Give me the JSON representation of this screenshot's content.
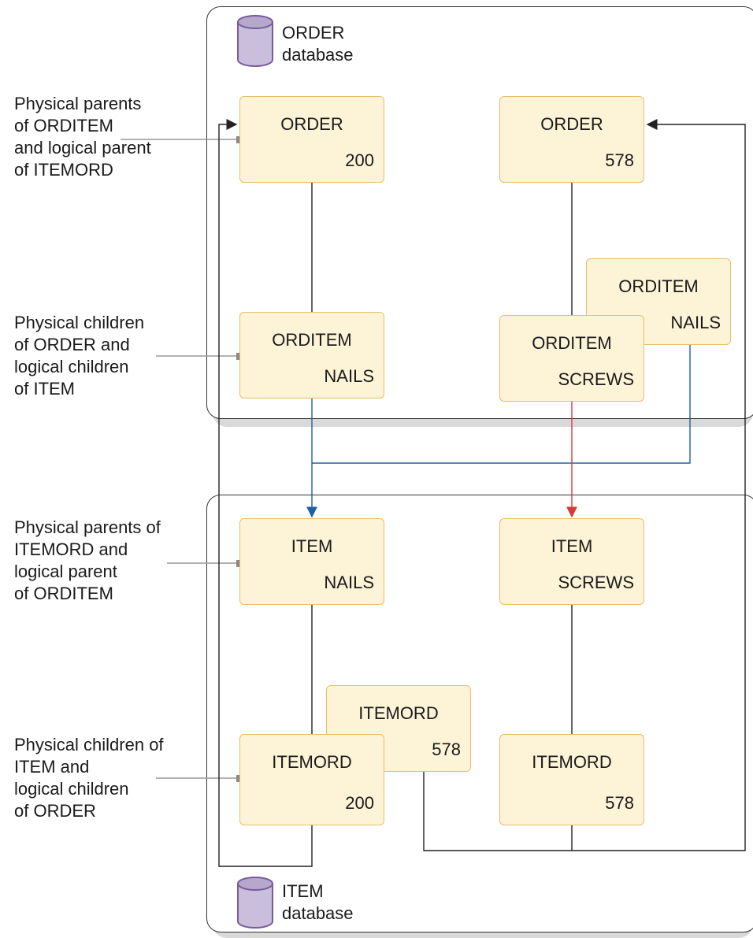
{
  "labels": {
    "order_parents": [
      "Physical parents",
      "of ORDITEM",
      "and logical parent",
      "of ITEMORD"
    ],
    "order_children": [
      "Physical children",
      "of ORDER and",
      "logical children",
      "of ITEM"
    ],
    "item_parents": [
      "Physical parents of",
      "ITEMORD and",
      "logical parent",
      "of ORDITEM"
    ],
    "item_children": [
      "Physical children of",
      "ITEM and",
      "logical children",
      "of ORDER"
    ]
  },
  "databases": {
    "order": [
      "ORDER",
      "database"
    ],
    "item": [
      "ITEM",
      "database"
    ]
  },
  "segments": {
    "order_200": {
      "name": "ORDER",
      "key": "200"
    },
    "order_578": {
      "name": "ORDER",
      "key": "578"
    },
    "orditem_nails_a": {
      "name": "ORDITEM",
      "key": "NAILS"
    },
    "orditem_screws": {
      "name": "ORDITEM",
      "key": "SCREWS"
    },
    "orditem_nails_b": {
      "name": "ORDITEM",
      "key": "NAILS"
    },
    "item_nails": {
      "name": "ITEM",
      "key": "NAILS"
    },
    "item_screws": {
      "name": "ITEM",
      "key": "SCREWS"
    },
    "itemord_578_back": {
      "name": "ITEMORD",
      "key": "578"
    },
    "itemord_200": {
      "name": "ITEMORD",
      "key": "200"
    },
    "itemord_578": {
      "name": "ITEMORD",
      "key": "578"
    }
  },
  "colors": {
    "segment_fill": "#fdf3d7",
    "segment_border": "#e8be6a",
    "database_icon": "#c9bedc",
    "pointer_blue": "#1f5fa8",
    "pointer_red": "#d93a3a"
  }
}
